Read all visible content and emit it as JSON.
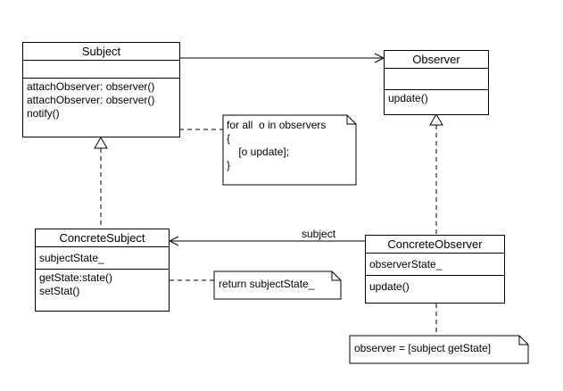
{
  "subject": {
    "name": "Subject",
    "attributes": [],
    "operations": [
      "attachObserver: observer()",
      "attachObserver: observer()",
      "notify()"
    ]
  },
  "observer": {
    "name": "Observer",
    "attributes": [],
    "operations": [
      "update()"
    ]
  },
  "concrete_subject": {
    "name": "ConcreteSubject",
    "attributes": [
      "subjectState_"
    ],
    "operations": [
      "getState:state()",
      "setStat()"
    ]
  },
  "concrete_observer": {
    "name": "ConcreteObserver",
    "attributes": [
      "observerState_"
    ],
    "operations": [
      "update()"
    ]
  },
  "notes": {
    "notify_note": "for all  o in observers\n{\n    [o update];\n}",
    "getstate_note": "return subjectState_",
    "update_note": "observer = [subject getState]"
  },
  "associations": {
    "subject_label": "subject"
  }
}
